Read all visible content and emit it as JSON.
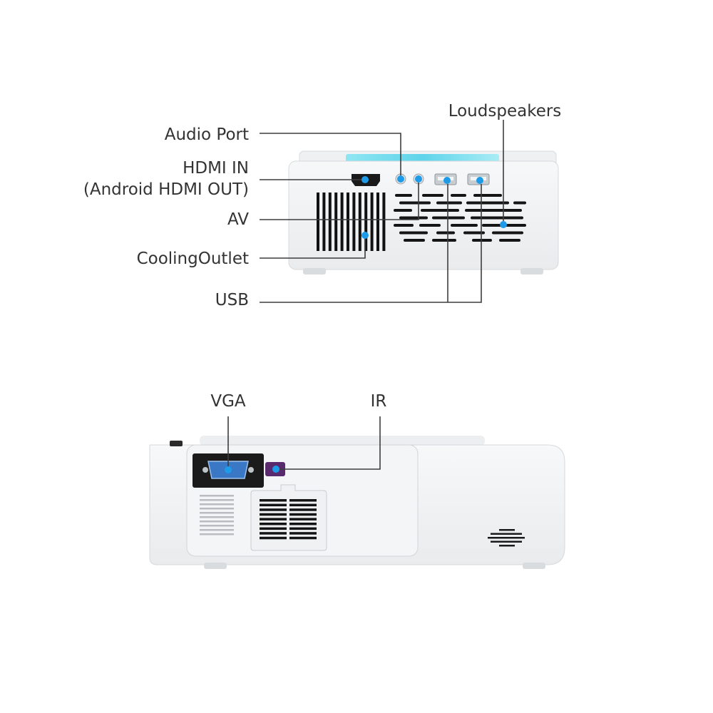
{
  "top_view": {
    "labels": {
      "audio_port": "Audio Port",
      "hdmi_in_line1": "HDMI IN",
      "hdmi_in_line2": "(Android HDMI OUT)",
      "av": "AV",
      "cooling_outlet": "CoolingOutlet",
      "usb": "USB",
      "loudspeakers": "Loudspeakers"
    }
  },
  "bottom_view": {
    "labels": {
      "vga": "VGA",
      "ir": "IR"
    }
  },
  "colors": {
    "marker": "#1e9be8",
    "accent_light": "#5fd4ea",
    "ir_window": "#5a2a6e"
  }
}
